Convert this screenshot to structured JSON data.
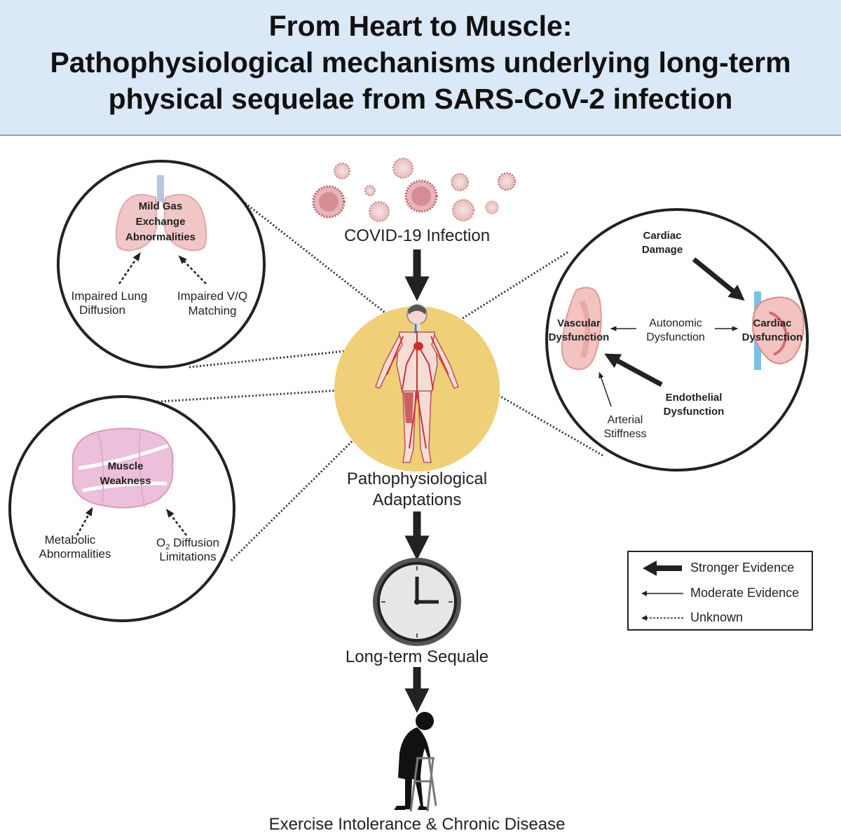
{
  "title": {
    "line1": "From Heart to Muscle:",
    "line2": "Pathophysiological mechanisms underlying long-term",
    "line3": "physical sequelae from SARS-CoV-2 infection"
  },
  "center": {
    "infection": "COVID-19 Infection",
    "adaptations_line1": "Pathophysiological",
    "adaptations_line2": "Adaptations",
    "sequale": "Long-term Sequale",
    "outcome": "Exercise Intolerance & Chronic Disease"
  },
  "lung": {
    "title_line1": "Mild Gas",
    "title_line2": "Exchange",
    "title_line3": "Abnormalities",
    "left_line1": "Impaired Lung",
    "left_line2": "Diffusion",
    "right_line1": "Impaired V/Q",
    "right_line2": "Matching"
  },
  "muscle": {
    "title_line1": "Muscle",
    "title_line2": "Weakness",
    "left_line1": "Metabolic",
    "left_line2": "Abnormalities",
    "right_o": "O",
    "right_sub": "2",
    "right_rest": " Diffusion",
    "right_line2": "Limitations"
  },
  "heart": {
    "damage_line1": "Cardiac",
    "damage_line2": "Damage",
    "vascular_line1": "Vascular",
    "vascular_line2": "Dysfunction",
    "autonomic_line1": "Autonomic",
    "autonomic_line2": "Dysfunction",
    "cardiac_line1": "Cardiac",
    "cardiac_line2": "Dysfunction",
    "endothelial_line1": "Endothelial",
    "endothelial_line2": "Dysfunction",
    "arterial_line1": "Arterial",
    "arterial_line2": "Stiffness"
  },
  "legend": {
    "stronger": "Stronger Evidence",
    "moderate": "Moderate Evidence",
    "unknown": "Unknown"
  },
  "colors": {
    "header_bg": "#dbe8f7",
    "halo": "#efcf78",
    "virus": "#b85c68",
    "tissue": "#f0c7c7",
    "muscle": "#eab8d6",
    "arrow": "#222222"
  }
}
